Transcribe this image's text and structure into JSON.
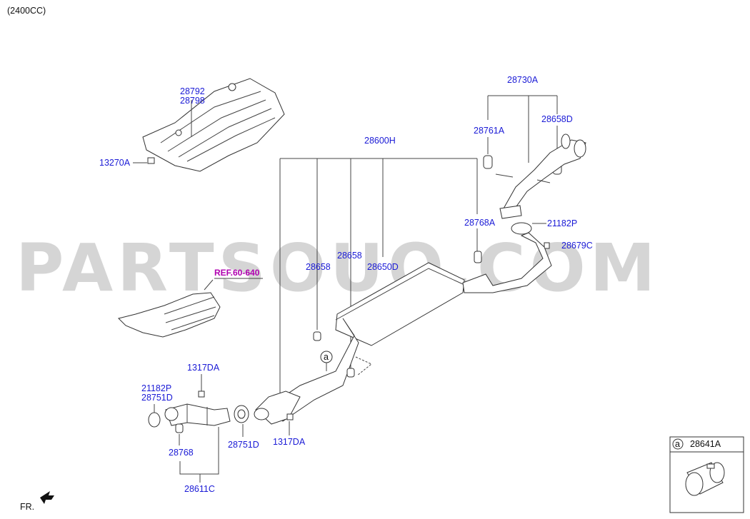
{
  "engine_label": "(2400CC)",
  "watermark": "PARTSOUQ.COM",
  "ref_label": "REF.60-640",
  "front_label": "FR.",
  "legend": {
    "marker": "a",
    "part": "28641A"
  },
  "callout_marker": "a",
  "parts": {
    "p28792": "28792",
    "p28798": "28798",
    "p13270A": "13270A",
    "p28730A": "28730A",
    "p28761A": "28761A",
    "p28658D": "28658D",
    "p28600H": "28600H",
    "p28768A": "28768A",
    "p21182P_r": "21182P",
    "p28679C": "28679C",
    "p28658_a": "28658",
    "p28658_b": "28658",
    "p28650D": "28650D",
    "p1317DA_top": "1317DA",
    "p21182P_l": "21182P",
    "p28751D_l": "28751D",
    "p28768": "28768",
    "p28751D_b": "28751D",
    "p1317DA_b": "1317DA",
    "p28611C": "28611C"
  }
}
